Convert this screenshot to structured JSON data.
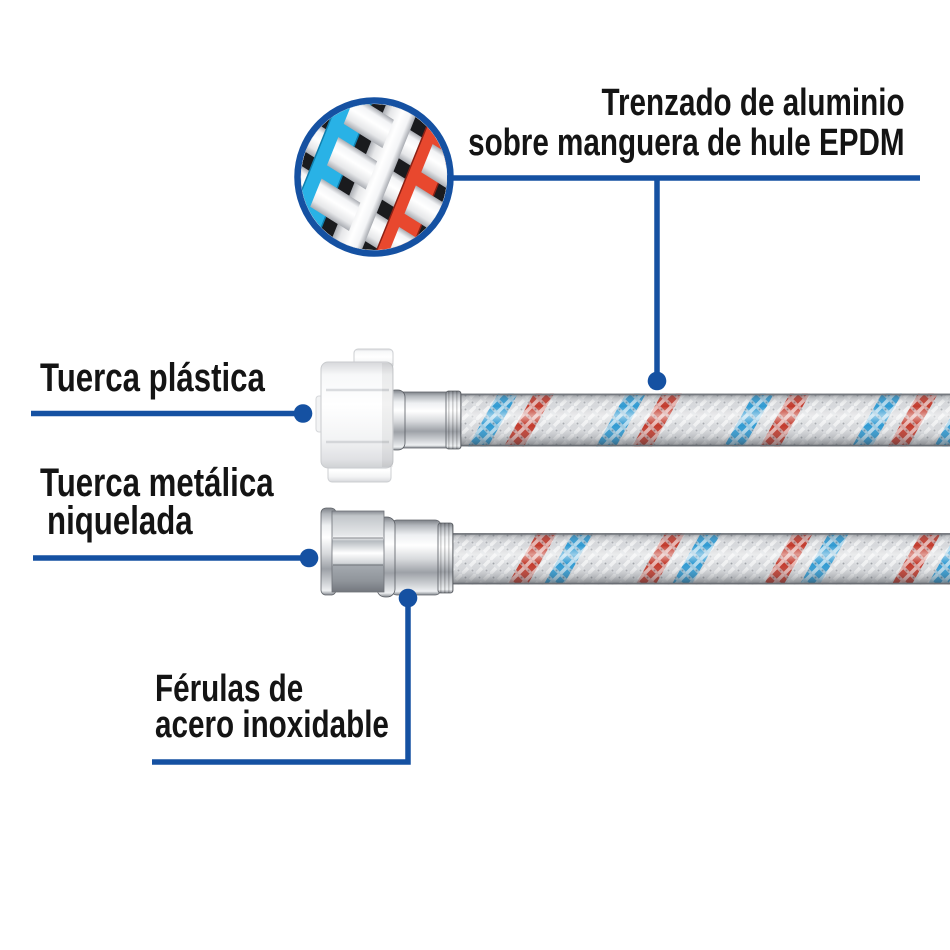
{
  "colors": {
    "accent": "#1551a2",
    "ink": "#141414",
    "braid_red": "#c23a2c",
    "braid_blue": "#2f9ad2",
    "magnifier_red": "#e8482e",
    "magnifier_cyan": "#29b2e6"
  },
  "callouts": {
    "braid": {
      "line1": "Trenzado de aluminio",
      "line2": "sobre manguera de hule EPDM"
    },
    "plastic_nut": {
      "label": "Tuerca plástica"
    },
    "metal_nut": {
      "line1": "Tuerca metálica",
      "line2": "niquelada"
    },
    "ferrules": {
      "line1": "Férulas de",
      "line2": "acero inoxidable"
    }
  }
}
